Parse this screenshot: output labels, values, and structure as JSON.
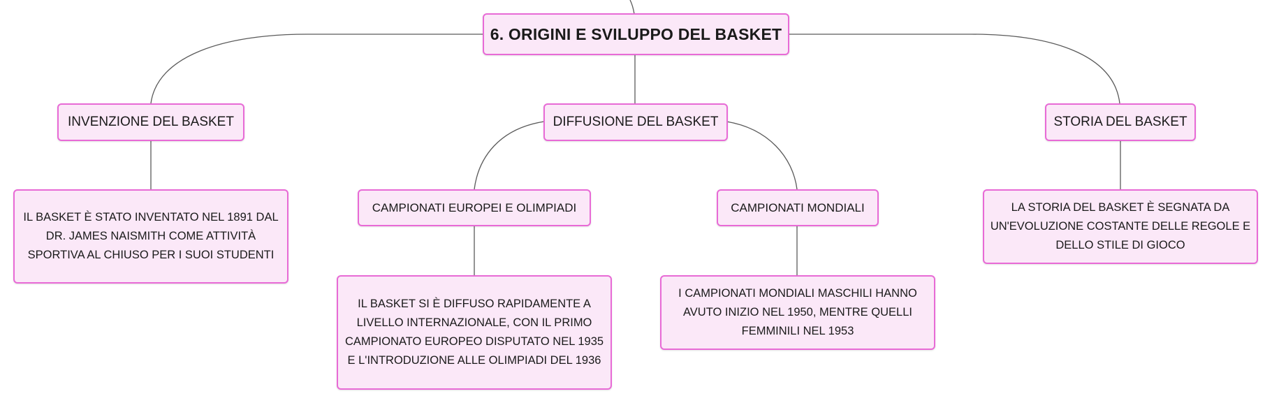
{
  "colors": {
    "node_fill": "#fbe8f8",
    "node_border": "#e86ad6",
    "connector": "#5a5a5a",
    "text": "#1a1a1a"
  },
  "root": {
    "label": "6. ORIGINI E SVILUPPO DEL BASKET"
  },
  "branches": [
    {
      "label": "INVENZIONE DEL BASKET",
      "detail": "IL BASKET È STATO INVENTATO NEL 1891 DAL DR. JAMES NAISMITH COME ATTIVITÀ SPORTIVA AL CHIUSO PER I SUOI STUDENTI"
    },
    {
      "label": "DIFFUSIONE DEL BASKET",
      "subtopics": [
        {
          "label": "CAMPIONATI EUROPEI E OLIMPIADI",
          "detail": "IL BASKET SI È DIFFUSO RAPIDAMENTE A LIVELLO INTERNAZIONALE, CON IL PRIMO CAMPIONATO EUROPEO DISPUTATO NEL 1935 E L'INTRODUZIONE ALLE OLIMPIADI DEL 1936"
        },
        {
          "label": "CAMPIONATI MONDIALI",
          "detail": "I CAMPIONATI MONDIALI MASCHILI HANNO AVUTO INIZIO NEL 1950, MENTRE QUELLI FEMMINILI NEL 1953"
        }
      ]
    },
    {
      "label": "STORIA DEL BASKET",
      "detail": "LA STORIA DEL BASKET È SEGNATA DA UN'EVOLUZIONE COSTANTE DELLE REGOLE E DELLO STILE DI GIOCO"
    }
  ]
}
